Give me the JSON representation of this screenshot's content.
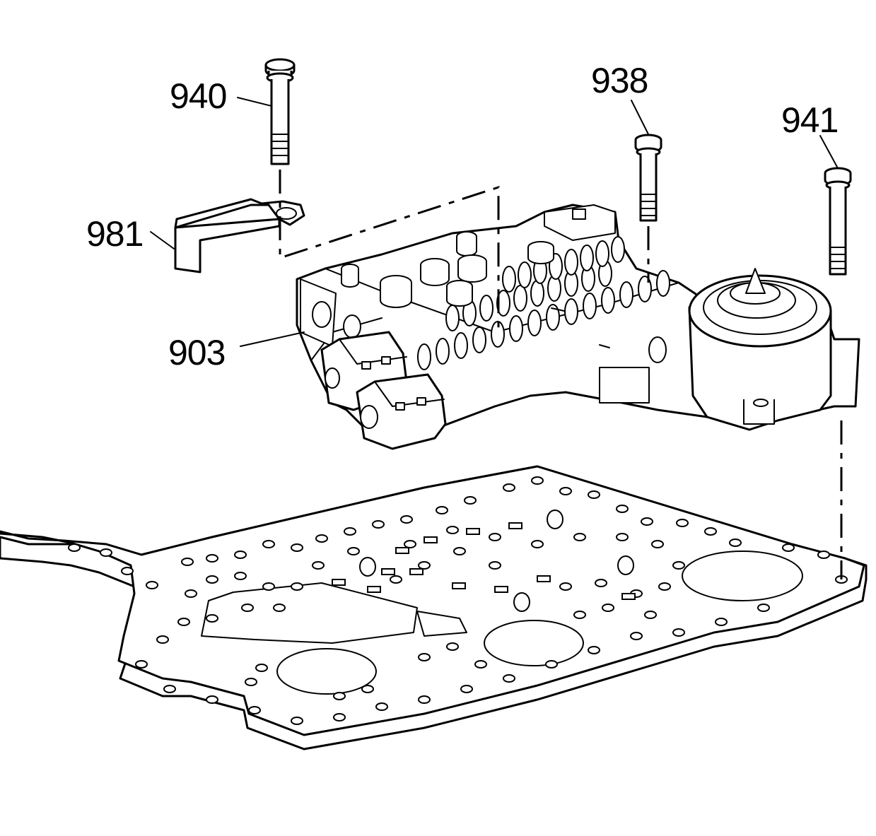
{
  "diagram": {
    "callouts": [
      {
        "id": "940",
        "label": "940"
      },
      {
        "id": "938",
        "label": "938"
      },
      {
        "id": "941",
        "label": "941"
      },
      {
        "id": "981",
        "label": "981"
      },
      {
        "id": "903",
        "label": "903"
      }
    ]
  }
}
